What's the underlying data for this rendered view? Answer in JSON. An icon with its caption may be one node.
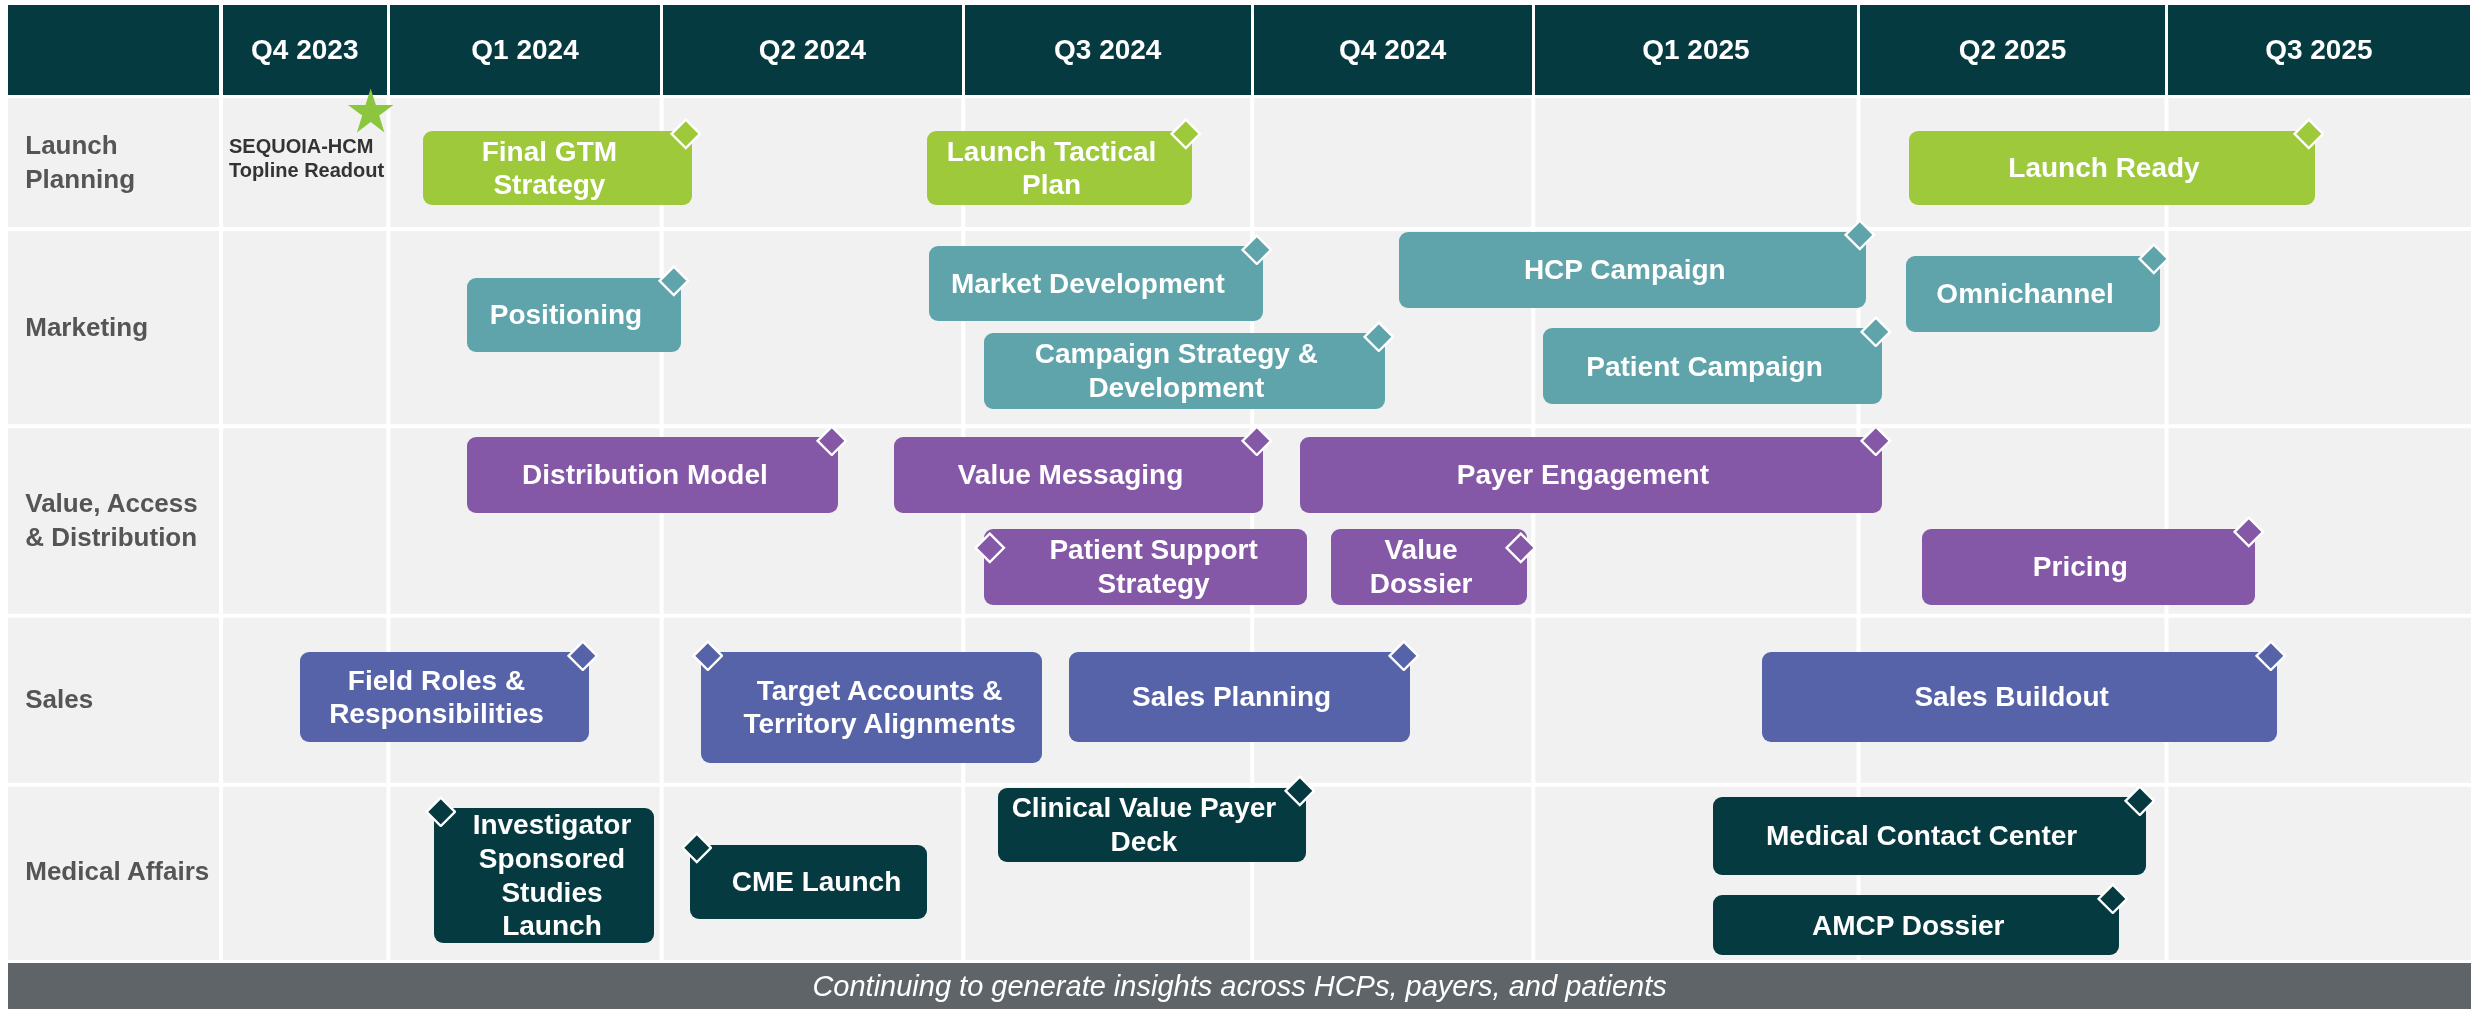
{
  "diagram": {
    "caption": "Continuing to generate insights across HCPs, payers, and patients",
    "nodes": [
      {
        "text": [
          "Final GTM Strategy"
        ]
      },
      {
        "text": [
          "Launch Tactical Plan"
        ]
      },
      {
        "text": [
          "Launch Ready"
        ]
      },
      {
        "text": [
          "Positioning"
        ]
      },
      {
        "text": [
          "Market Development"
        ]
      },
      {
        "text": [
          "HCP Campaign"
        ]
      },
      {
        "text": [
          "Campaign Strategy & Development"
        ]
      },
      {
        "text": [
          "Patient Campaign"
        ]
      },
      {
        "text": [
          "Omnichannel"
        ]
      },
      {
        "text": [
          "Distribution Model"
        ]
      },
      {
        "text": [
          "Value Messaging"
        ]
      },
      {
        "text": [
          "Payer Engagement"
        ]
      },
      {
        "text": [
          "Patient Support Strategy"
        ]
      },
      {
        "text": [
          "Value Dossier"
        ]
      },
      {
        "text": [
          "Pricing"
        ]
      },
      {
        "text": [
          "Field Roles & Responsibilities"
        ]
      },
      {
        "text": [
          "Target Accounts & Territory Alignments"
        ]
      },
      {
        "text": [
          "Sales Planning"
        ]
      },
      {
        "text": [
          "Sales Buildout"
        ]
      },
      {
        "text": [
          "Investigator Sponsored Studies Launch"
        ]
      },
      {
        "text": [
          "CME Launch"
        ]
      },
      {
        "text": [
          "Clinical Value Payer Deck"
        ]
      },
      {
        "text": [
          "Medical Contact Center"
        ]
      },
      {
        "text": [
          "AMCP Dossier"
        ]
      }
    ],
    "edges": [],
    "labels": [
      "Q4 2023",
      "Q1 2024",
      "Q2 2024",
      "Q3 2024",
      "Q4 2024",
      "Q1 2025",
      "Q2 2025",
      "Q3 2025",
      "Launch Planning",
      "Marketing",
      "Value, Access & Distribution",
      "Sales",
      "Medical Affairs",
      "SEQUOIA-HCM Topline Readout"
    ]
  }
}
